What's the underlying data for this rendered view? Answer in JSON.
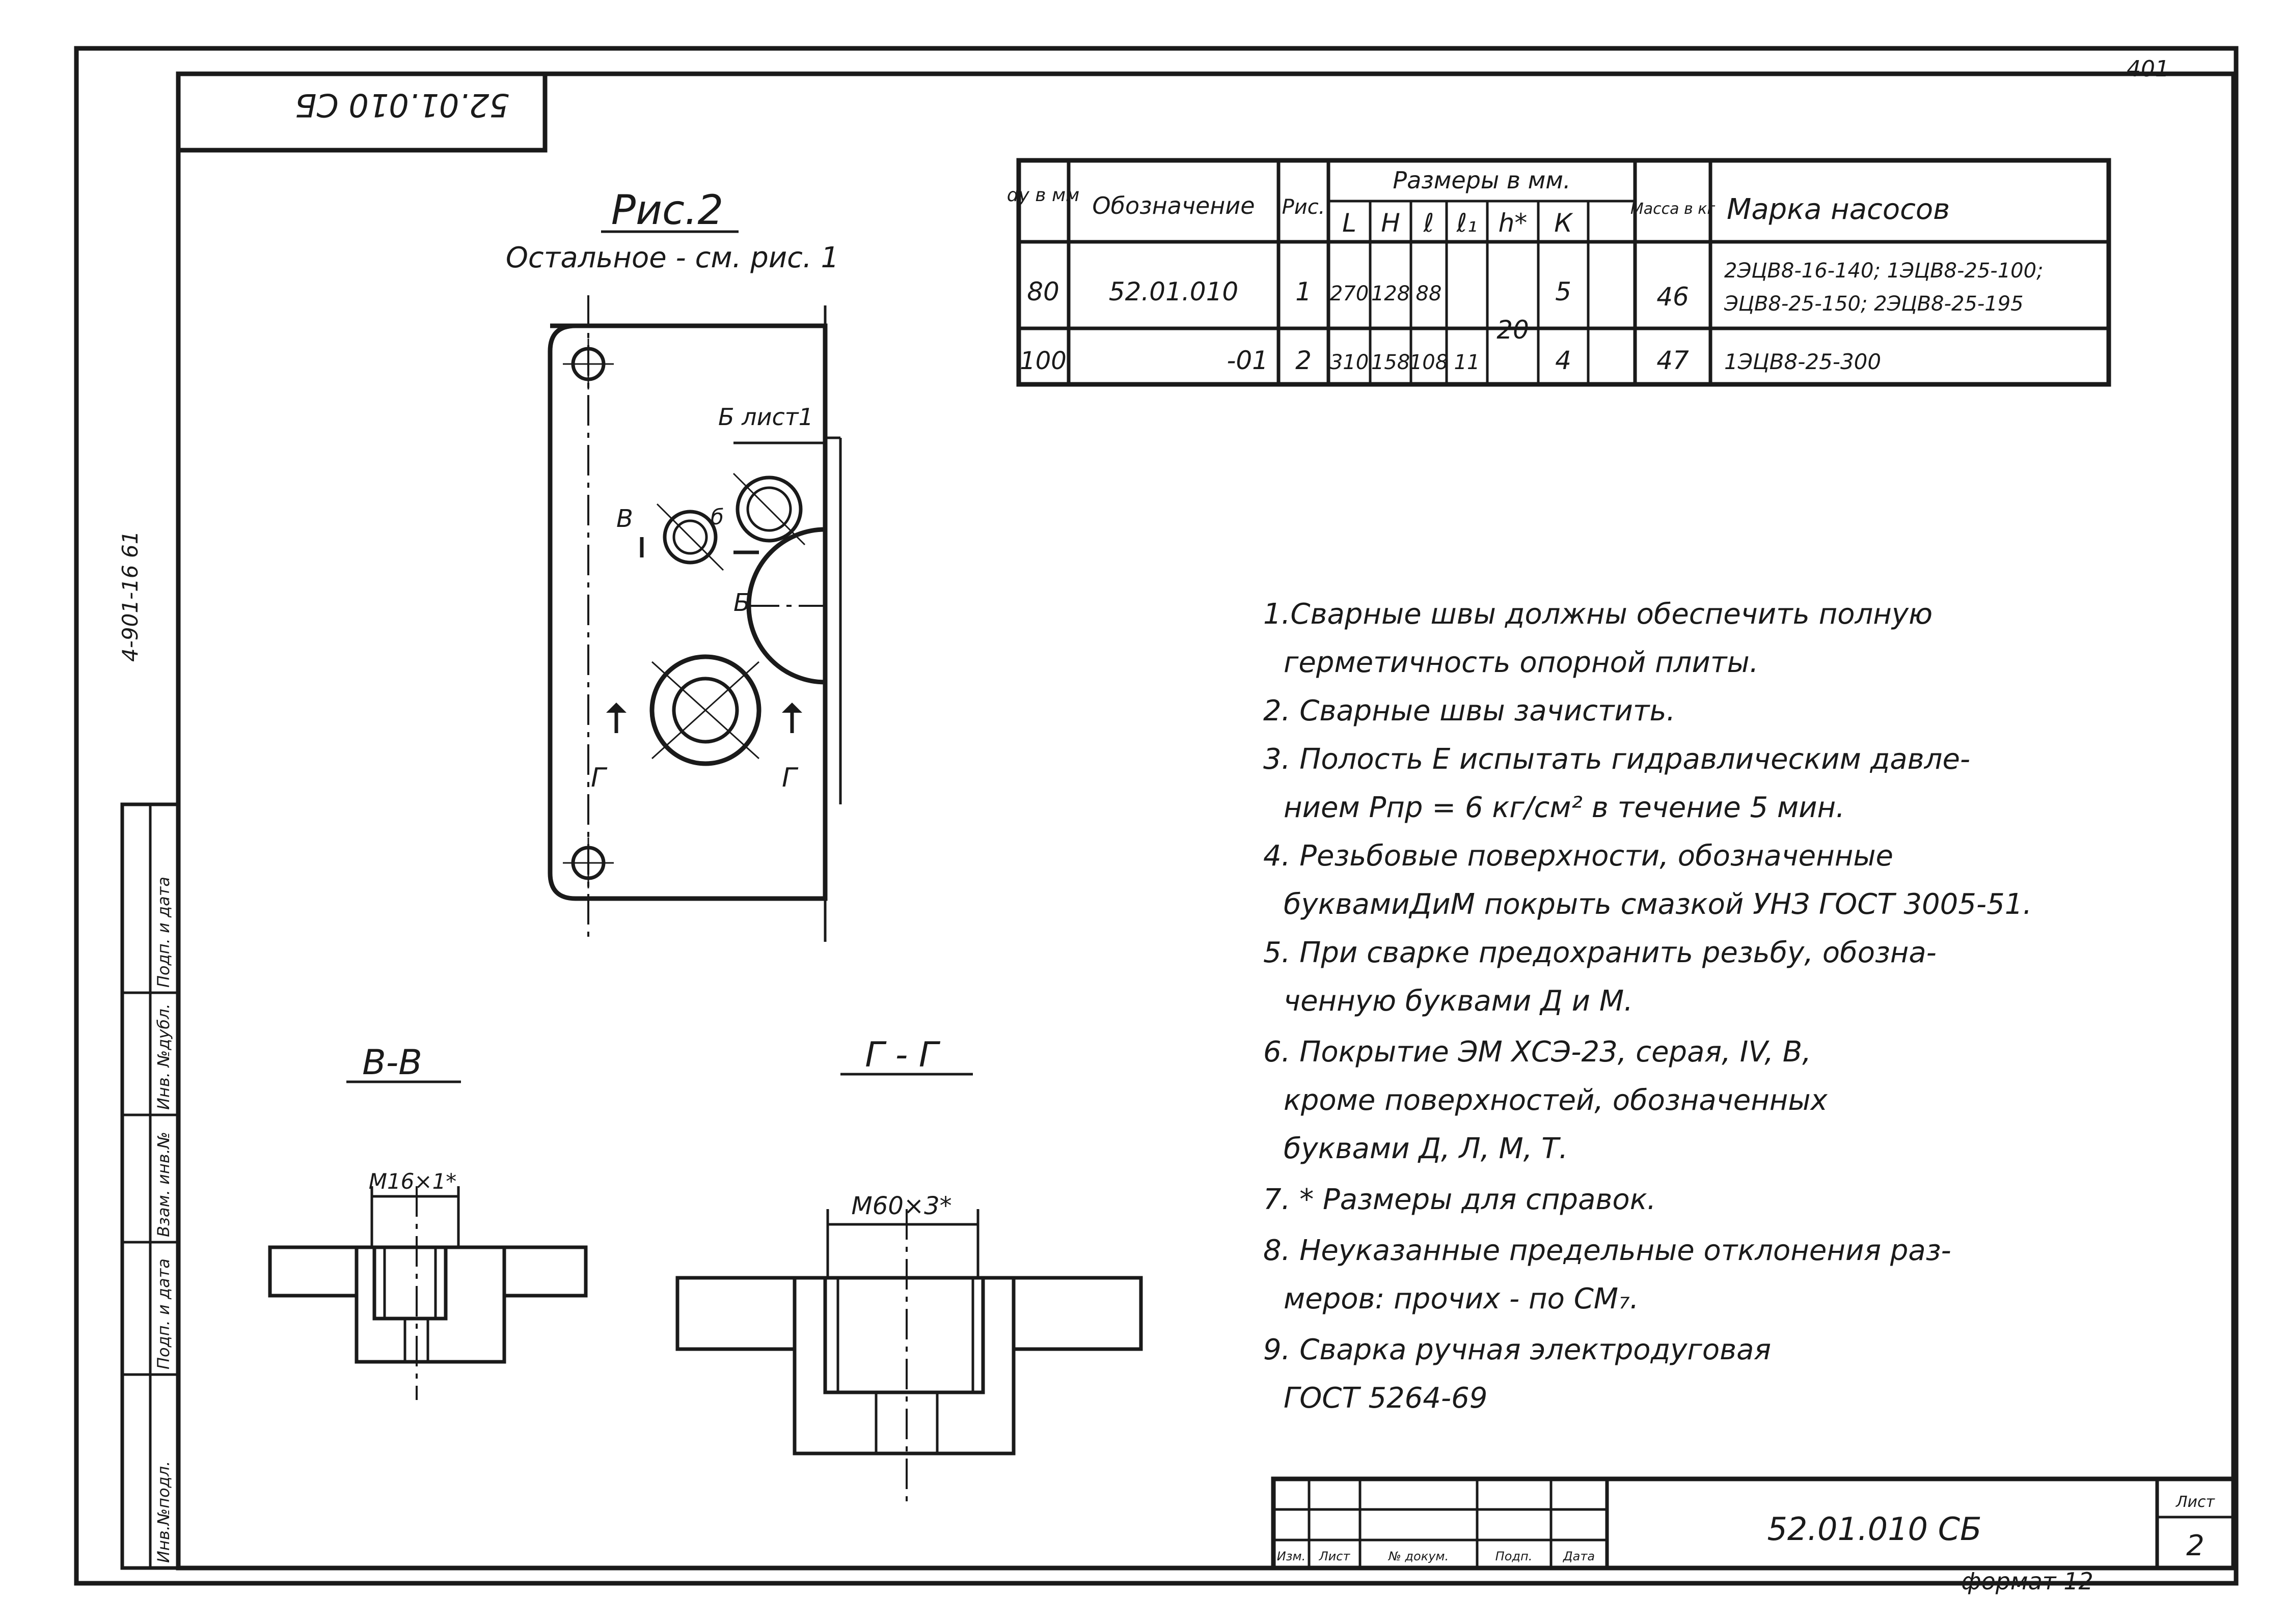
{
  "sheet": {
    "page_number": "401",
    "rotated_stamp": "52.01.010 СБ",
    "side_code": "4-901-16 61",
    "format_label": "формат 12",
    "sheet_label": "Лист",
    "sheet_number": "2",
    "side_strip_labels": [
      "Инв.№подл.",
      "Подп. и дата",
      "Взам. инв.№",
      "Инв. №дубл.",
      "Подп. и дата"
    ]
  },
  "figure": {
    "title": "Рис.2",
    "subtitle": "Остальное - см. рис. 1",
    "labels": {
      "b_sheet": "Б лист1",
      "v_left": "В",
      "b_small": "б",
      "b_lower": "Б",
      "g_left": "Г",
      "g_right": "Г"
    }
  },
  "sections": {
    "vv": {
      "title": "В-В",
      "thread": "М16×1*"
    },
    "gg": {
      "title": "Г - Г",
      "thread": "М60×3*"
    }
  },
  "spec_table": {
    "headers": {
      "dy": "dy в мм",
      "designation": "Обозначение",
      "fig": "Рис.",
      "dims_group": "Размеры в мм.",
      "L": "L",
      "H": "H",
      "l": "ℓ",
      "l1": "ℓ₁",
      "h": "h*",
      "K": "К",
      "mass": "Масса в кг",
      "pumps": "Марка насосов"
    },
    "rows": [
      {
        "dy": "80",
        "designation": "52.01.010",
        "fig": "1",
        "L": "270",
        "H": "128",
        "l": "88",
        "K": "5",
        "mass": "46",
        "pumps_line1": "2ЭЦВ8-16-140; 1ЭЦВ8-25-100;",
        "pumps_line2": "ЭЦВ8-25-150; 2ЭЦВ8-25-195"
      },
      {
        "dy": "100",
        "designation": "-01",
        "fig": "2",
        "L": "310",
        "H": "158",
        "l": "108",
        "K": "4",
        "mass": "47",
        "pumps_line1": "1ЭЦВ8-25-300",
        "pumps_line2": ""
      }
    ],
    "shared_l1": "11",
    "shared_h": "20"
  },
  "notes": [
    "1.Сварные швы должны обеспечить полную",
    "герметичность опорной плиты.",
    "2. Сварные швы зачистить.",
    "3. Полость Е испытать гидравлическим давле-",
    "нием Рпр = 6 кг/см² в течение 5 мин.",
    "4. Резьбовые поверхности, обозначенные",
    "буквамиДиМ покрыть смазкой УНЗ ГОСТ 3005-51.",
    "5. При сварке предохранить резьбу, обозна-",
    "ченную буквами Д и М.",
    "6. Покрытие ЭМ ХСЭ-23, серая, IV, В,",
    "кроме поверхностей, обозначенных",
    "буквами Д, Л, М, Т.",
    "7. * Размеры для справок.",
    "8. Неуказанные предельные отклонения раз-",
    "меров: прочих - по СМ₇.",
    "9. Сварка ручная электродуговая",
    "ГОСТ 5264-69"
  ],
  "title_block": {
    "designation": "52.01.010 СБ",
    "columns": [
      "Изм.",
      "Лист",
      "№ докум.",
      "Подп.",
      "Дата"
    ]
  }
}
